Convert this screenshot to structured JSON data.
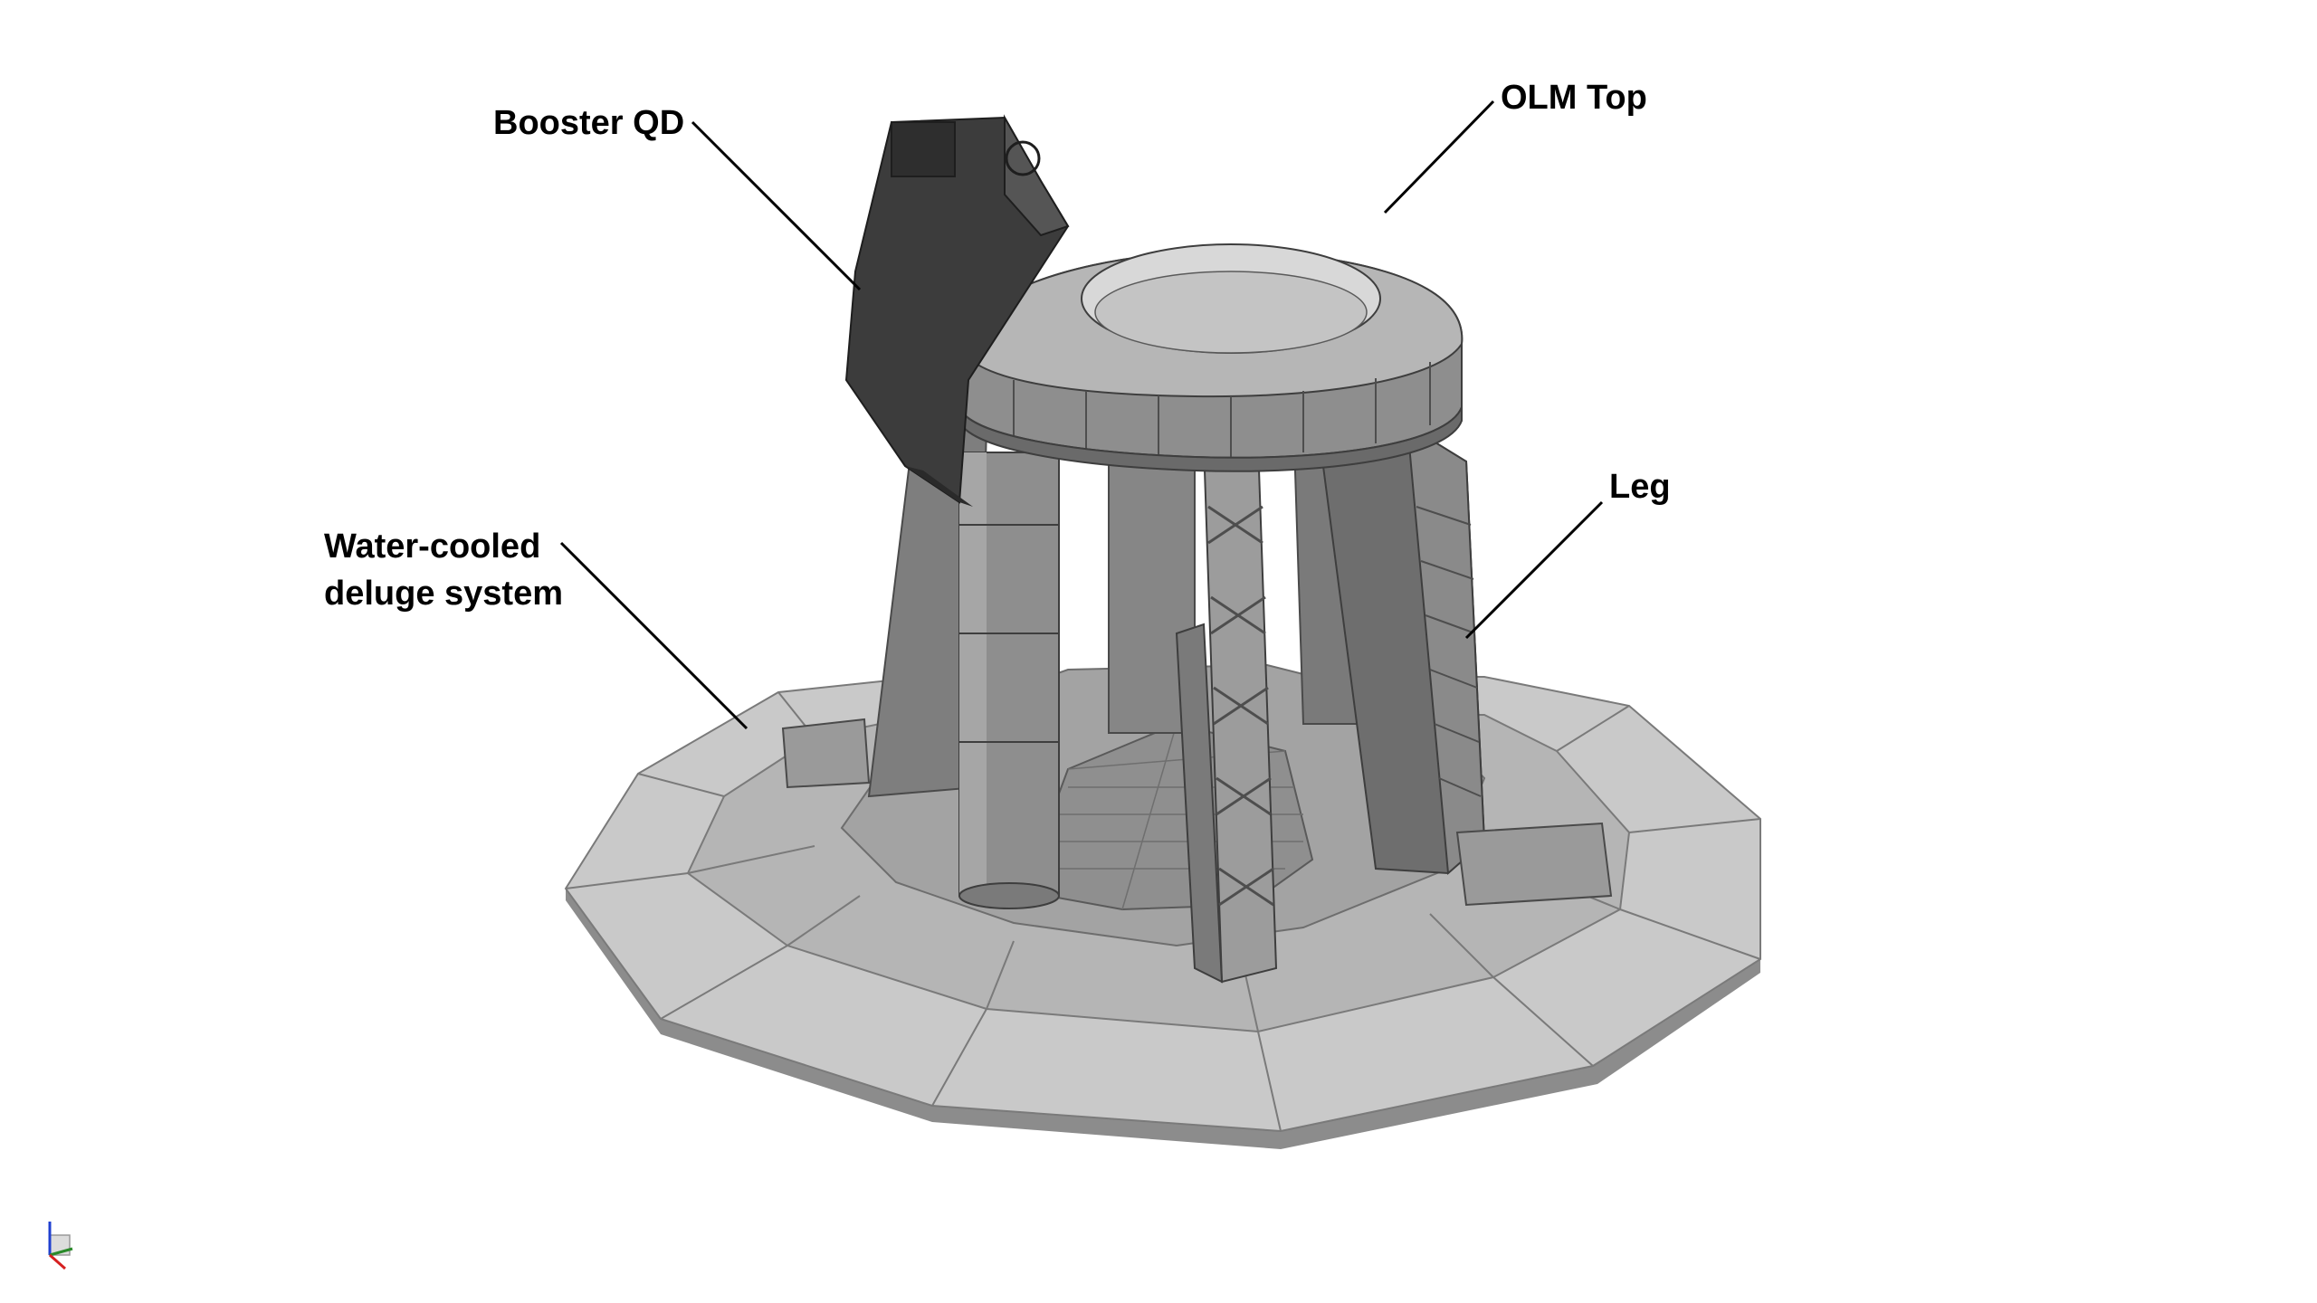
{
  "callouts": {
    "booster_qd": "Booster QD",
    "olm_top": "OLM Top",
    "leg": "Leg",
    "deluge_line1": "Water-cooled",
    "deluge_line2": "deluge system"
  },
  "colors": {
    "background": "#ffffff",
    "label_text": "#000000",
    "leader_line": "#000000",
    "pad_light": "#d2d2d2",
    "pad_mid": "#b8b8b8",
    "pad_dark": "#9c9c9c",
    "structure_mid": "#8a8a8a",
    "structure_dark": "#5e5e5e",
    "booster_qd": "#3c3c3c",
    "axis_x": "#d62020",
    "axis_y": "#2a8a2a",
    "axis_z": "#2040d0"
  },
  "icons": {
    "view_orientation": "axis-triad-icon"
  }
}
